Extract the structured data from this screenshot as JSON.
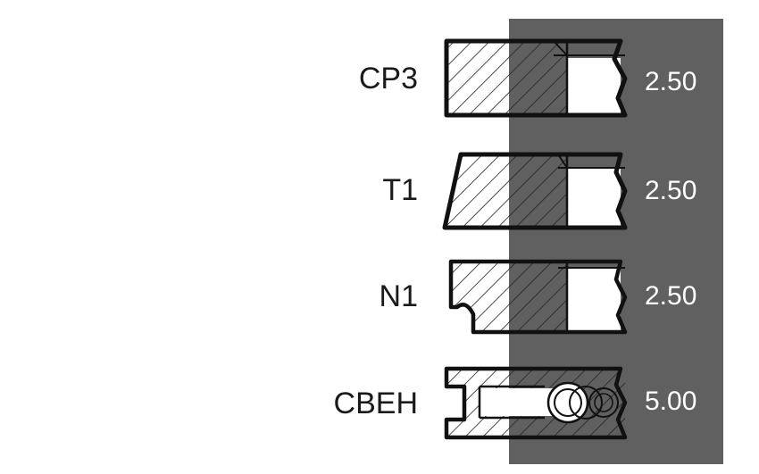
{
  "panel": {
    "color": "#606060"
  },
  "rings": [
    {
      "label": "CP3",
      "value": "2.50",
      "profile": "rectangular"
    },
    {
      "label": "T1",
      "value": "2.50",
      "profile": "taper-face"
    },
    {
      "label": "N1",
      "value": "2.50",
      "profile": "napier-hook"
    },
    {
      "label": "CBEH",
      "value": "5.00",
      "profile": "oil-control-expander"
    }
  ]
}
